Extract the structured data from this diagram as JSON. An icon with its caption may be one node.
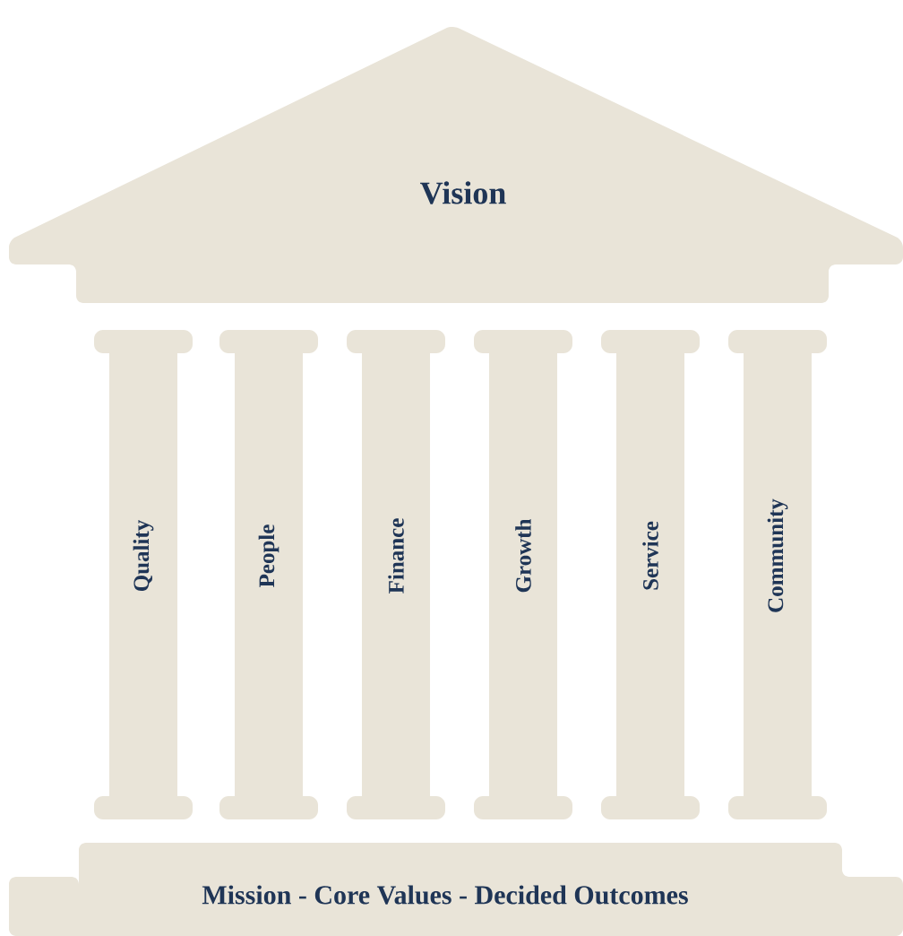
{
  "diagram": {
    "nodes": [
      {
        "text": [
          "Vision"
        ]
      },
      {
        "text": [
          "Quality"
        ]
      },
      {
        "text": [
          "People"
        ]
      },
      {
        "text": [
          "Finance"
        ]
      },
      {
        "text": [
          "Growth"
        ]
      },
      {
        "text": [
          "Service"
        ]
      },
      {
        "text": [
          "Community"
        ]
      },
      {
        "text": [
          "Mission - Core Values - Decided Outcomes"
        ]
      }
    ]
  }
}
